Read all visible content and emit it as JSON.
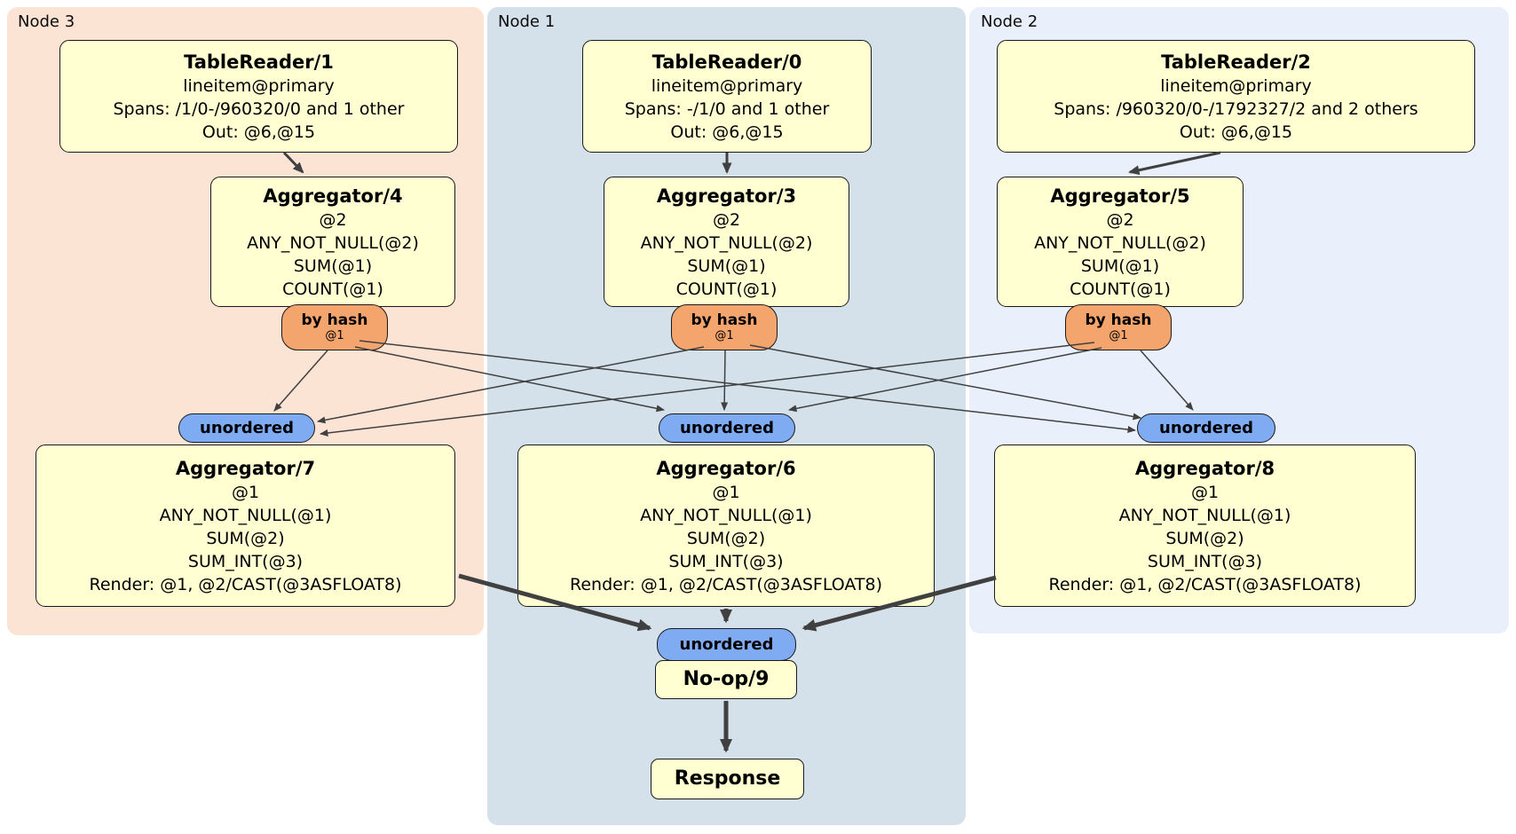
{
  "regions": [
    {
      "label": "Node 3"
    },
    {
      "label": "Node 1"
    },
    {
      "label": "Node 2"
    }
  ],
  "boxes": {
    "tr1": {
      "title": "TableReader/1",
      "lines": [
        "lineitem@primary",
        "Spans: /1/0-/960320/0 and 1 other",
        "Out: @6,@15"
      ]
    },
    "tr0": {
      "title": "TableReader/0",
      "lines": [
        "lineitem@primary",
        "Spans: -/1/0 and 1 other",
        "Out: @6,@15"
      ]
    },
    "tr2": {
      "title": "TableReader/2",
      "lines": [
        "lineitem@primary",
        "Spans: /960320/0-/1792327/2 and 2 others",
        "Out: @6,@15"
      ]
    },
    "ag4": {
      "title": "Aggregator/4",
      "lines": [
        "@2",
        "ANY_NOT_NULL(@2)",
        "SUM(@1)",
        "COUNT(@1)"
      ]
    },
    "ag3": {
      "title": "Aggregator/3",
      "lines": [
        "@2",
        "ANY_NOT_NULL(@2)",
        "SUM(@1)",
        "COUNT(@1)"
      ]
    },
    "ag5": {
      "title": "Aggregator/5",
      "lines": [
        "@2",
        "ANY_NOT_NULL(@2)",
        "SUM(@1)",
        "COUNT(@1)"
      ]
    },
    "ag7": {
      "title": "Aggregator/7",
      "lines": [
        "@1",
        "ANY_NOT_NULL(@1)",
        "SUM(@2)",
        "SUM_INT(@3)",
        "Render: @1, @2/CAST(@3ASFLOAT8)"
      ]
    },
    "ag6": {
      "title": "Aggregator/6",
      "lines": [
        "@1",
        "ANY_NOT_NULL(@1)",
        "SUM(@2)",
        "SUM_INT(@3)",
        "Render: @1, @2/CAST(@3ASFLOAT8)"
      ]
    },
    "ag8": {
      "title": "Aggregator/8",
      "lines": [
        "@1",
        "ANY_NOT_NULL(@1)",
        "SUM(@2)",
        "SUM_INT(@3)",
        "Render: @1, @2/CAST(@3ASFLOAT8)"
      ]
    },
    "noop": {
      "title": "No-op/9"
    },
    "response": {
      "title": "Response"
    }
  },
  "router": {
    "label": "by hash",
    "detail": "@1"
  },
  "stream": {
    "label": "unordered"
  },
  "colors": {
    "node3_bg": "#fce4d5",
    "node1_bg": "#d4e1ea",
    "node2_bg": "#e9f0fb",
    "box_fill": "#ffffd2",
    "router_fill": "#f4a46d",
    "stream_fill": "#7fabf2",
    "edge": "#404040",
    "border": "#1a1a1a"
  }
}
